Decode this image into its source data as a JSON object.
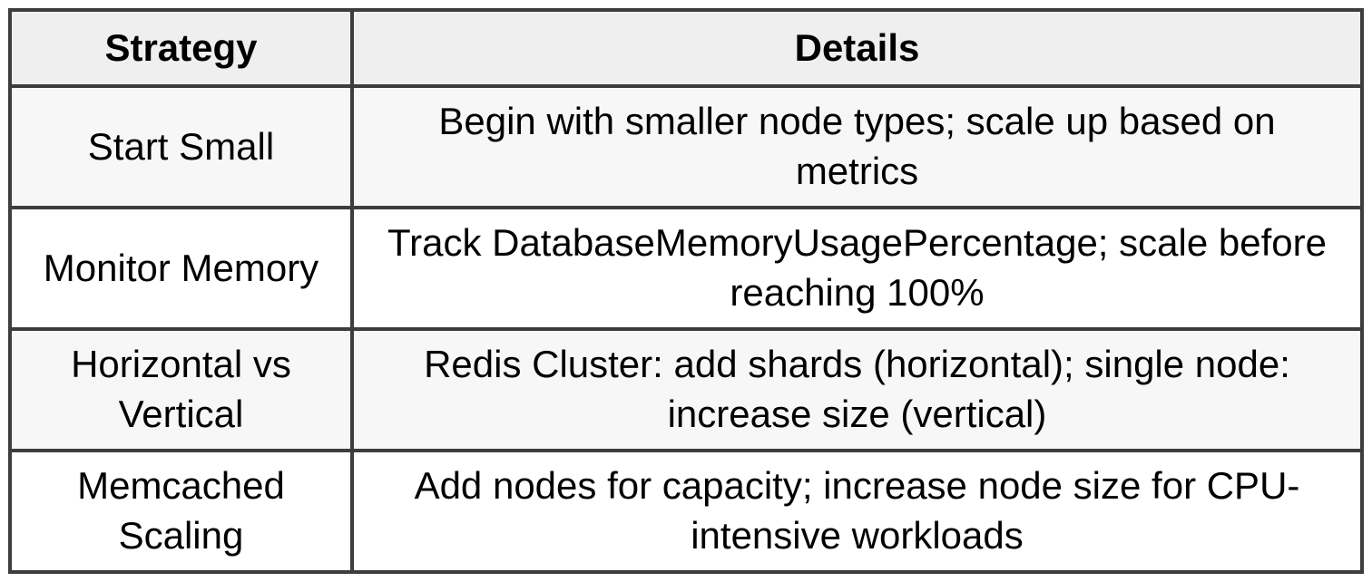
{
  "table": {
    "columns": [
      {
        "label": "Strategy"
      },
      {
        "label": "Details"
      }
    ],
    "rows": [
      {
        "strategy": "Start Small",
        "details": "Begin with smaller node types; scale up based on metrics"
      },
      {
        "strategy": "Monitor Memory",
        "details": "Track DatabaseMemoryUsagePercentage; scale before reaching 100%"
      },
      {
        "strategy": "Horizontal vs Vertical",
        "details": "Redis Cluster: add shards (horizontal); single node: increase size (vertical)"
      },
      {
        "strategy": "Memcached Scaling",
        "details": "Add nodes for capacity; increase node size for CPU-intensive workloads"
      }
    ],
    "colors": {
      "border": "#3d3d3d",
      "header_bg": "#efefef",
      "odd_row_bg": "#f7f7f7",
      "even_row_bg": "#ffffff",
      "text": "#000000",
      "page_bg": "#ffffff"
    }
  }
}
